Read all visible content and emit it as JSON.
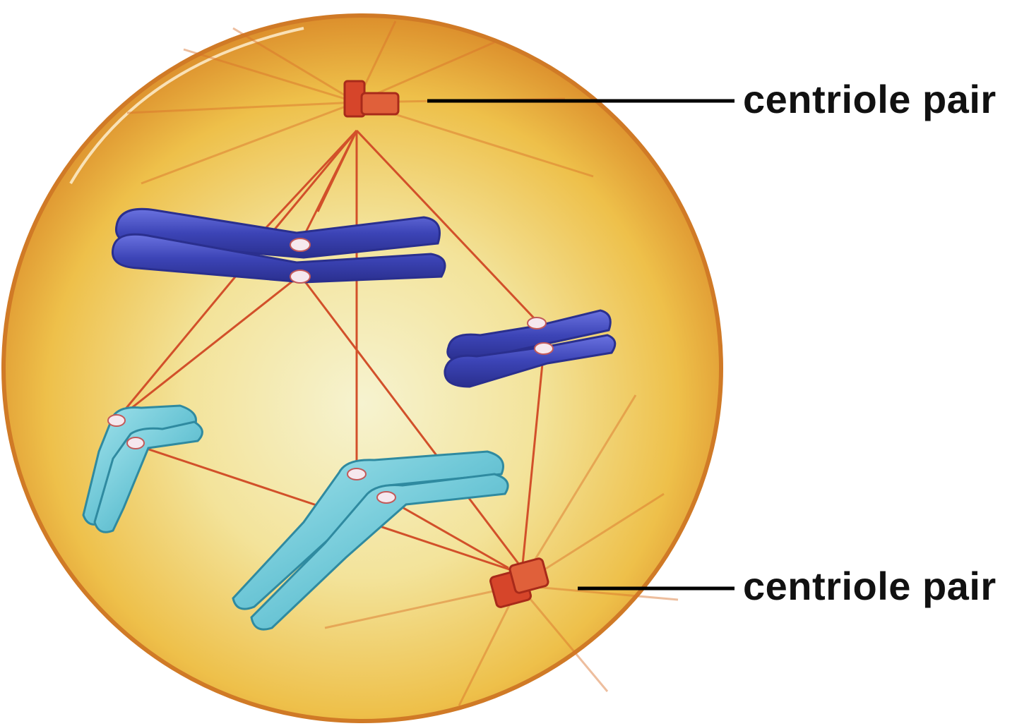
{
  "diagram": {
    "subject": "Cell in prometaphase/metaphase (mitosis) with spindle fibers",
    "labels": [
      {
        "id": "top",
        "text": "centriole pair"
      },
      {
        "id": "bottom",
        "text": "centriole pair"
      }
    ],
    "colors": {
      "cell_fill": "#f0c24a",
      "cell_edge": "#d98a2a",
      "cell_center": "#f5f2c8",
      "spindle": "#d2502a",
      "centriole": "#d6452a",
      "chromosome_dark": "#3d45b8",
      "chromosome_light": "#6cc6d6",
      "leader_line": "#000000"
    }
  }
}
